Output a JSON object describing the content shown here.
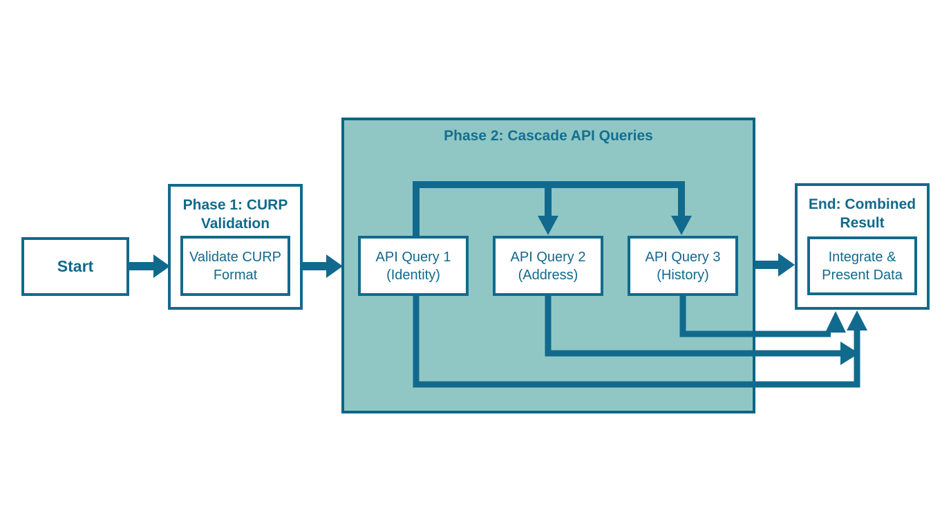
{
  "diagram": {
    "colors": {
      "stroke": "#116a8d",
      "container_border": "#0c6587",
      "container_fill": "#90c7c5",
      "box_fill": "#ffffff",
      "text": "#11698c"
    },
    "nodes": {
      "start": {
        "label": "Start"
      },
      "phase1": {
        "title": "Phase 1: CURP Validation",
        "step": "Validate CURP\nFormat"
      },
      "phase2": {
        "title": "Phase 2: Cascade API Queries",
        "queries": [
          {
            "label": "API Query 1\n(Identity)"
          },
          {
            "label": "API Query 2\n(Address)"
          },
          {
            "label": "API Query 3\n(History)"
          }
        ]
      },
      "end": {
        "title": "End: Combined\nResult",
        "step": "Integrate &\nPresent Data"
      }
    }
  }
}
